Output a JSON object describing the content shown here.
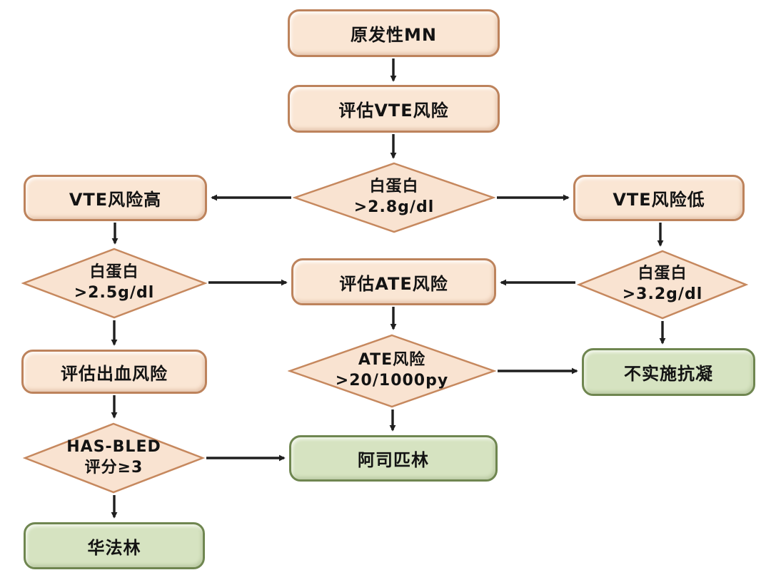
{
  "diagram": {
    "type": "flowchart",
    "colors": {
      "process_fill": "#fae6d4",
      "process_border": "#bd835c",
      "decision_fill": "#f9e3d1",
      "decision_border": "#c6885e",
      "terminal_fill": "#d6e3c1",
      "terminal_border": "#6f8650",
      "arrow": "#1f1f1f",
      "background": "#ffffff"
    },
    "nodes": {
      "primary_mn": {
        "label": "原发性MN"
      },
      "assess_vte": {
        "label": "评估VTE风险"
      },
      "alb28": {
        "line1": "白蛋白",
        "line2": ">2.8g/dl"
      },
      "vte_high": {
        "label": "VTE风险高"
      },
      "vte_low": {
        "label": "VTE风险低"
      },
      "alb25": {
        "line1": "白蛋白",
        "line2": ">2.5g/dl"
      },
      "assess_ate": {
        "label": "评估ATE风险"
      },
      "alb32": {
        "line1": "白蛋白",
        "line2": ">3.2g/dl"
      },
      "assess_bleed": {
        "label": "评估出血风险"
      },
      "ate_risk": {
        "line1": "ATE风险",
        "line2": ">20/1000py"
      },
      "no_anticoag": {
        "label": "不实施抗凝"
      },
      "hasbled": {
        "line1": "HAS-BLED",
        "line2": "评分≥3"
      },
      "aspirin": {
        "label": "阿司匹林"
      },
      "warfarin": {
        "label": "华法林"
      }
    },
    "edges": [
      {
        "from": "primary_mn",
        "to": "assess_vte"
      },
      {
        "from": "assess_vte",
        "to": "alb28"
      },
      {
        "from": "alb28",
        "to": "vte_high"
      },
      {
        "from": "alb28",
        "to": "vte_low"
      },
      {
        "from": "vte_high",
        "to": "alb25"
      },
      {
        "from": "vte_low",
        "to": "alb32"
      },
      {
        "from": "alb25",
        "to": "assess_ate"
      },
      {
        "from": "alb32",
        "to": "assess_ate"
      },
      {
        "from": "alb25",
        "to": "assess_bleed"
      },
      {
        "from": "alb32",
        "to": "no_anticoag"
      },
      {
        "from": "assess_ate",
        "to": "ate_risk"
      },
      {
        "from": "ate_risk",
        "to": "no_anticoag"
      },
      {
        "from": "ate_risk",
        "to": "aspirin"
      },
      {
        "from": "assess_bleed",
        "to": "hasbled"
      },
      {
        "from": "hasbled",
        "to": "aspirin"
      },
      {
        "from": "hasbled",
        "to": "warfarin"
      }
    ]
  }
}
